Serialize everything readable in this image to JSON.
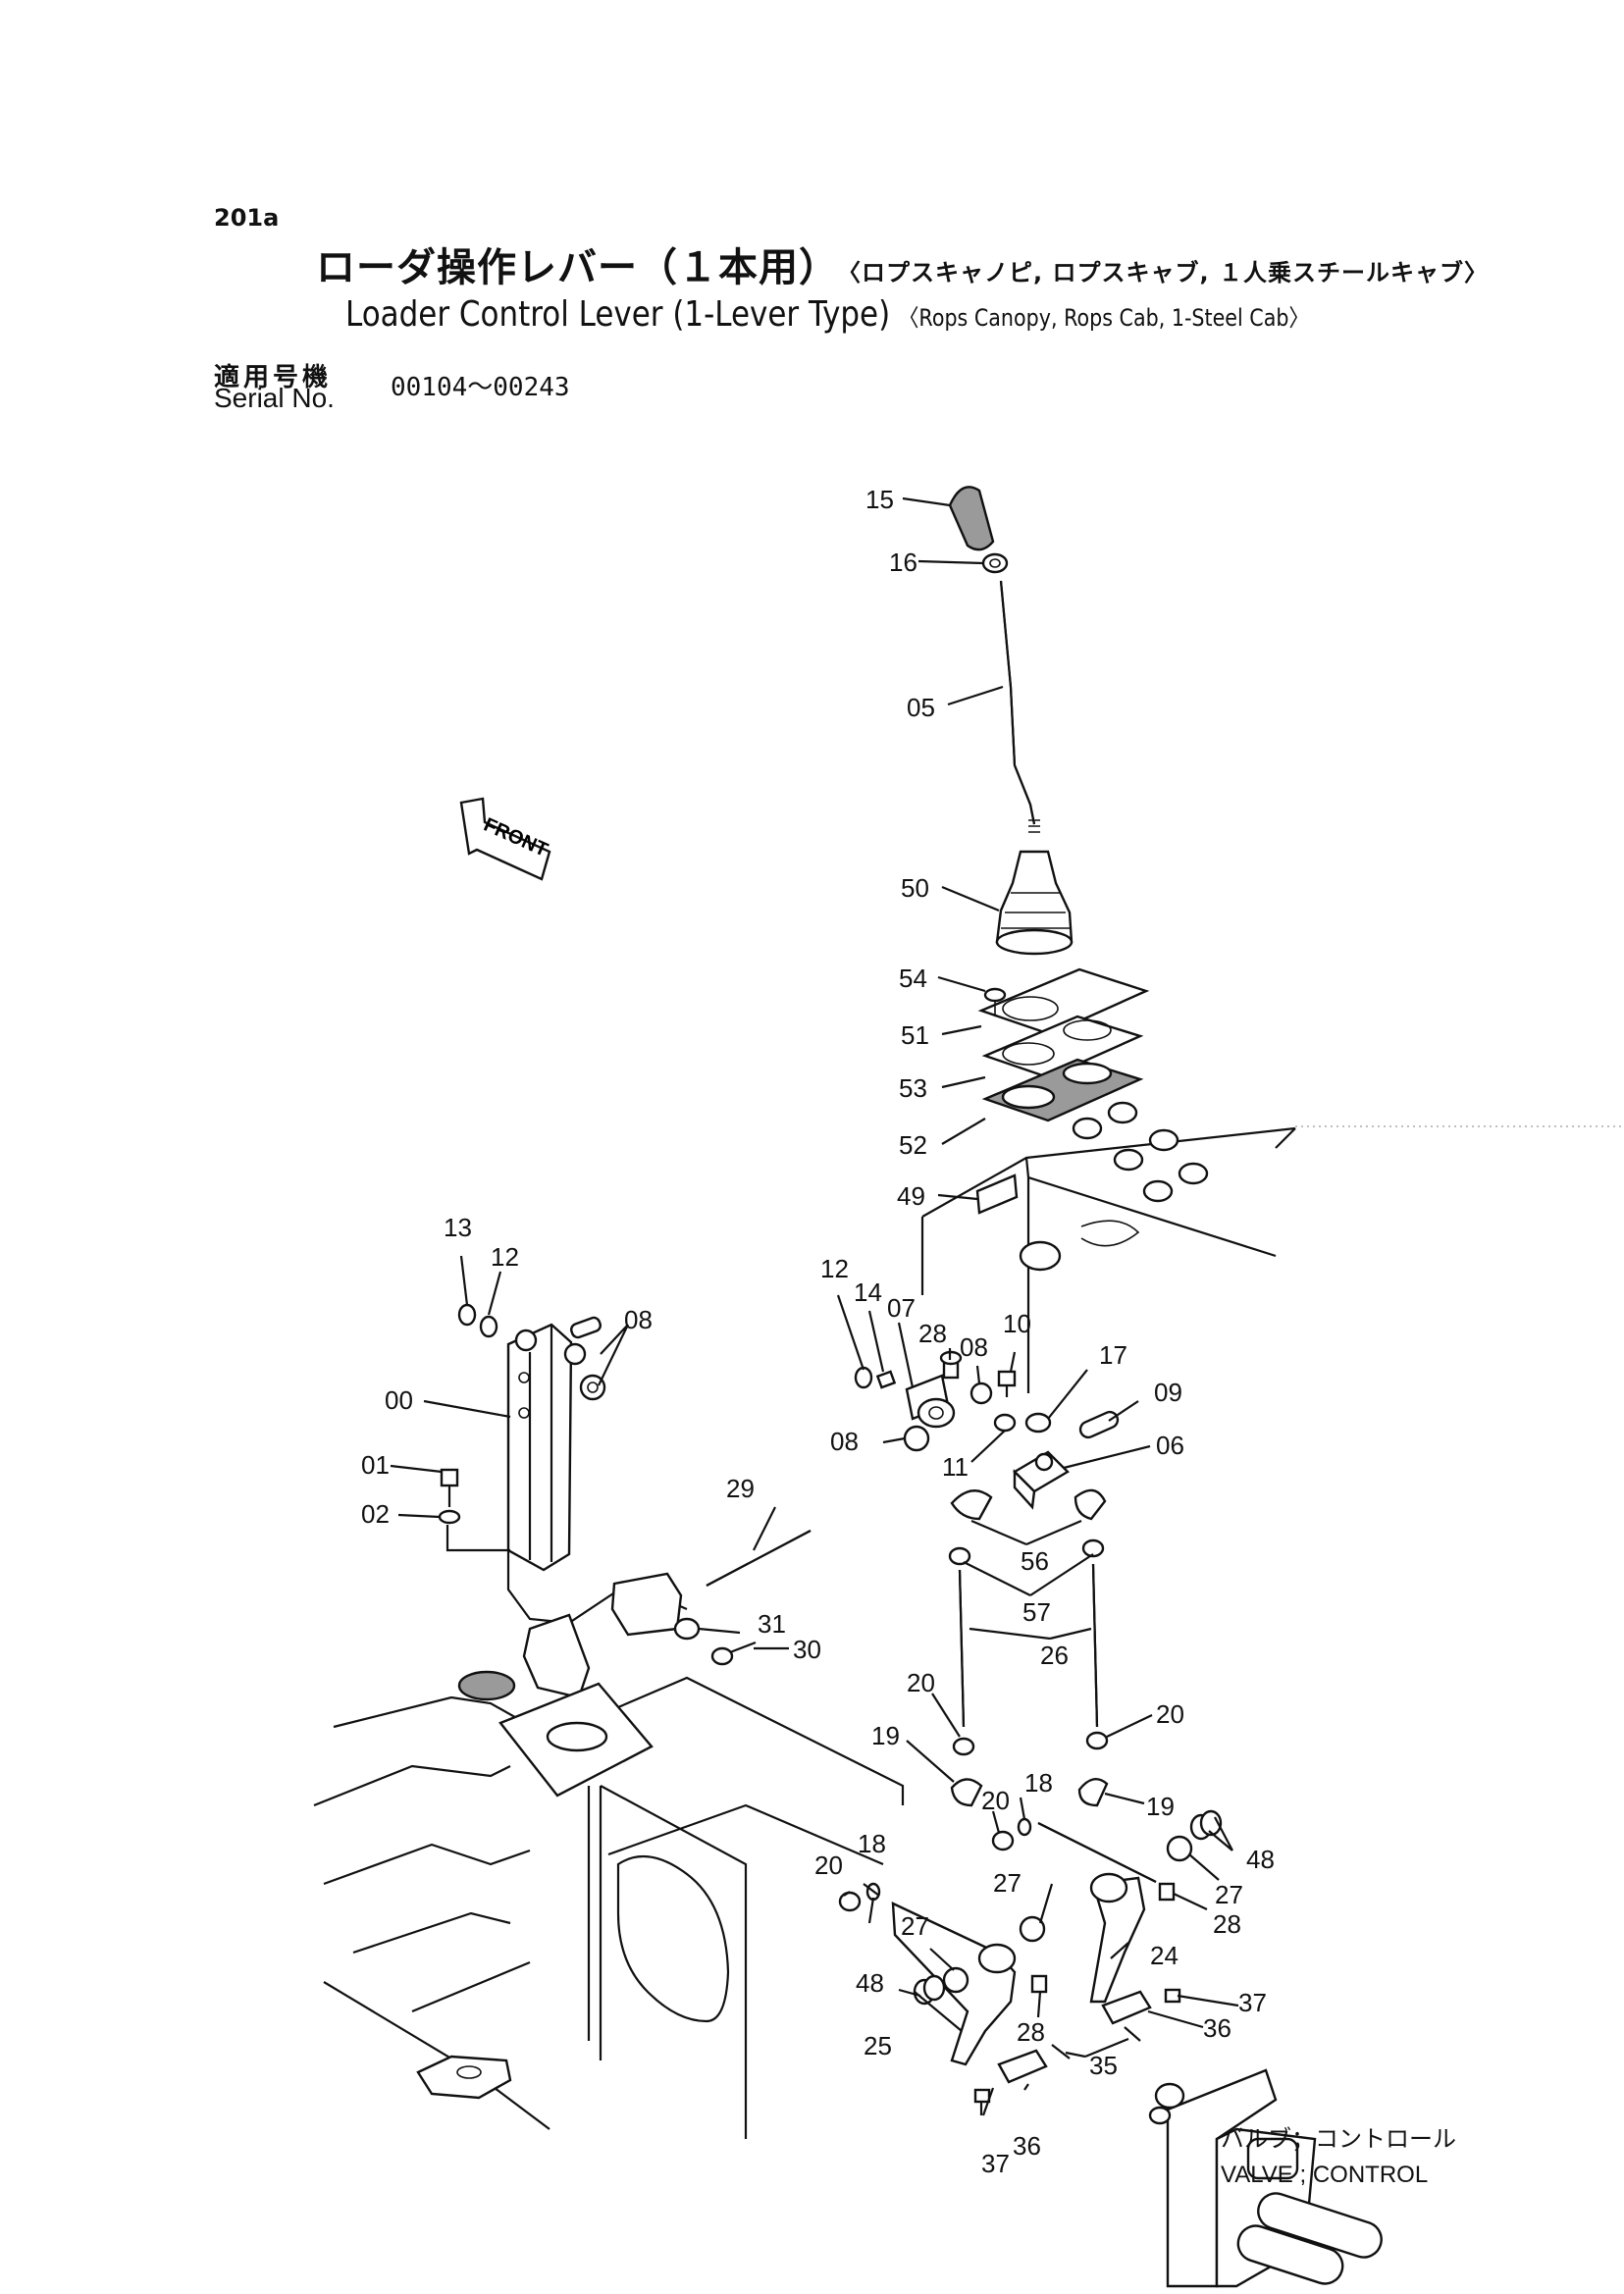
{
  "header": {
    "page_code": "201a",
    "title_jp": "ローダ操作レバー（１本用）",
    "title_jp_sub": "〈ロプスキャノピ, ロプスキャブ, １人乗スチールキャブ〉",
    "title_en": "Loader Control Lever (1-Lever Type)",
    "title_en_sub": "〈Rops Canopy, Rops Cab, 1-Steel Cab〉",
    "serial_label_jp": "適用号機",
    "serial_label_en": "Serial No.",
    "serial_range": "00104～00243"
  },
  "diagram": {
    "front_label": "FRONT",
    "valve_label_jp": "バルブ；コントロール",
    "valve_label_en": "VALVE ; CONTROL",
    "callouts": {
      "c15": "15",
      "c16": "16",
      "c05": "05",
      "c50": "50",
      "c54": "54",
      "c51": "51",
      "c53": "53",
      "c52": "52",
      "c49": "49",
      "c13": "13",
      "c12a": "12",
      "c08a": "08",
      "c00": "00",
      "c01": "01",
      "c02": "02",
      "c12b": "12",
      "c14": "14",
      "c07": "07",
      "c28a": "28",
      "c08b": "08",
      "c10": "10",
      "c17": "17",
      "c09": "09",
      "c08c": "08",
      "c11": "11",
      "c06": "06",
      "c29": "29",
      "c31": "31",
      "c30": "30",
      "c56": "56",
      "c57": "57",
      "c26": "26",
      "c20a": "20",
      "c20b": "20",
      "c19a": "19",
      "c19b": "19",
      "c18a": "18",
      "c20c": "20",
      "c48a": "48",
      "c27a": "27",
      "c28b": "28",
      "c20d": "20",
      "c18b": "18",
      "c27b": "27",
      "c24": "24",
      "c48b": "48",
      "c27c": "27",
      "c28c": "28",
      "c37a": "37",
      "c36a": "36",
      "c25": "25",
      "c35": "35",
      "c37b": "37",
      "c36b": "36"
    }
  }
}
